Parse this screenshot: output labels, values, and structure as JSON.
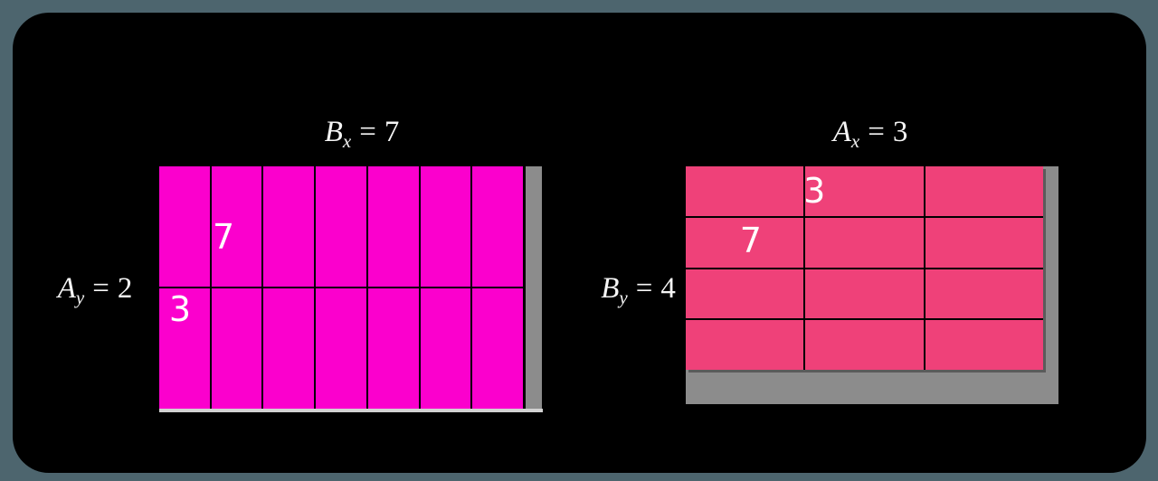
{
  "scene": {
    "background_color": "#4d656e",
    "panel_color": "#000000",
    "text_color": "#f5f5f5"
  },
  "left_figure": {
    "title": {
      "letter": "B",
      "sub": "x",
      "equals": "=",
      "value": "7"
    },
    "side_label": {
      "letter": "A",
      "sub": "y",
      "equals": "=",
      "value": "2"
    },
    "grid": {
      "columns": 7,
      "rows": 2,
      "fill": "#fb00cd",
      "line": "#000000"
    },
    "cell_labels": [
      {
        "text": "7",
        "fx": 0.177,
        "fy": 0.29
      },
      {
        "text": "3",
        "fx": 0.057,
        "fy": 0.59
      }
    ],
    "accent_bar_color": "#8c8c8c",
    "baseline_color": "#d2d2d2"
  },
  "right_figure": {
    "title": {
      "letter": "A",
      "sub": "x",
      "equals": "=",
      "value": "3"
    },
    "side_label": {
      "letter": "B",
      "sub": "y",
      "equals": "=",
      "value": "4"
    },
    "grid": {
      "columns": 3,
      "rows": 4,
      "fill": "#ef4179",
      "line": "#000000"
    },
    "cell_labels": [
      {
        "text": "3",
        "fx": 0.36,
        "fy": 0.12
      },
      {
        "text": "7",
        "fx": 0.182,
        "fy": 0.365
      }
    ],
    "backdrop_color": "#8c8c8c"
  }
}
